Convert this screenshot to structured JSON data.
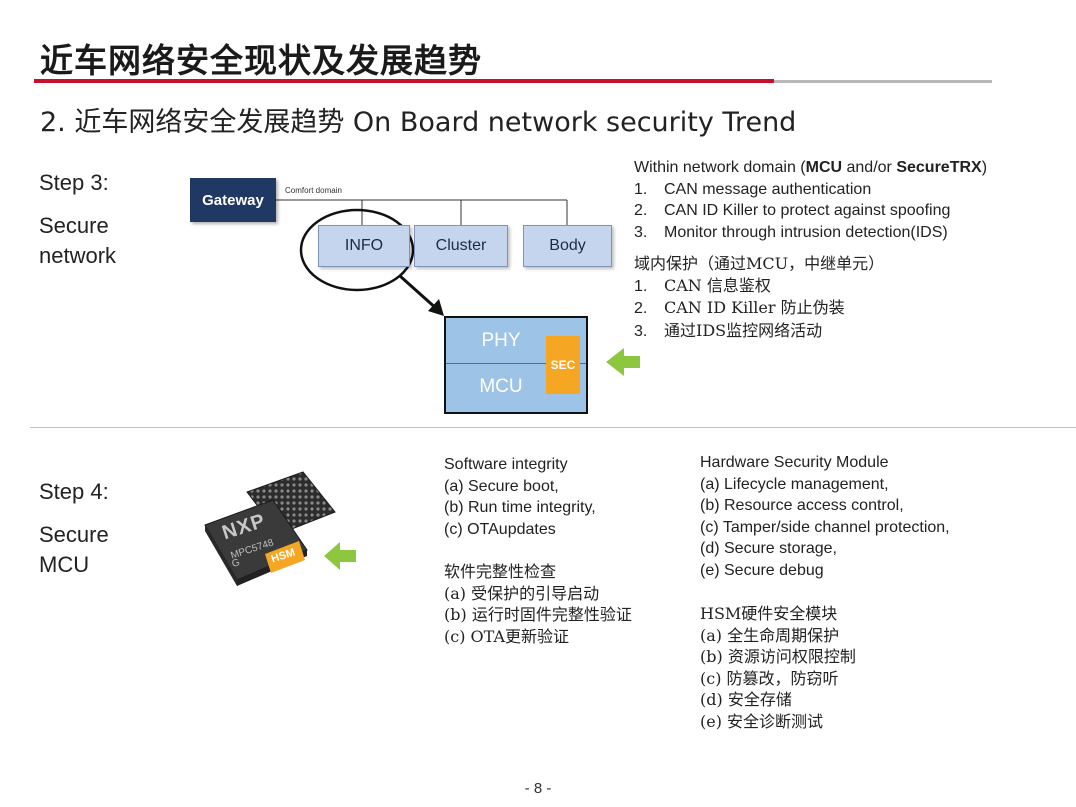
{
  "header": {
    "title": "近车网络安全现状及发展趋势",
    "subtitle": "2. 近车网络安全发展趋势 On Board network security Trend"
  },
  "step3": {
    "label": "Step 3:",
    "name_line1": "Secure",
    "name_line2": "network",
    "diagram": {
      "gateway": "Gateway",
      "bus_label": "Comfort domain",
      "nodes": [
        "INFO",
        "Cluster",
        "Body"
      ],
      "phy": "PHY",
      "mcu": "MCU",
      "sec": "SEC"
    },
    "en_heading": {
      "pre": "Within network domain (",
      "b1": "MCU",
      "mid": " and/or ",
      "b2": "SecureTRX",
      "post": ")"
    },
    "en_items": [
      {
        "num": "1.",
        "text": "CAN message authentication"
      },
      {
        "num": "2.",
        "text": "CAN ID Killer to protect against spoofing"
      },
      {
        "num": "3.",
        "text": "Monitor through intrusion detection(IDS)"
      }
    ],
    "cn_heading": "域内保护（通过MCU，中继单元）",
    "cn_items": [
      {
        "num": "1.",
        "text": "CAN 信息鉴权"
      },
      {
        "num": "2.",
        "text": "CAN ID Killer 防止伪装"
      },
      {
        "num": "3.",
        "text": "通过IDS监控网络活动"
      }
    ]
  },
  "step4": {
    "label": "Step 4:",
    "name_line1": "Secure",
    "name_line2": "MCU",
    "chip": {
      "brand": "NXP",
      "part": "MPC5748",
      "suffix": "G",
      "hsm": "HSM"
    },
    "software": {
      "heading": "Software integrity",
      "items": [
        "(a) Secure boot,",
        "(b) Run time integrity,",
        "(c) OTAupdates"
      ],
      "cn_heading": "软件完整性检查",
      "cn_items": [
        "(a) 受保护的引导启动",
        "(b) 运行时固件完整性验证",
        "(c) OTA更新验证"
      ]
    },
    "hardware": {
      "heading": "Hardware Security Module",
      "items": [
        "(a) Lifecycle management,",
        "(b) Resource access control,",
        "(c) Tamper/side channel protection,",
        "(d) Secure storage,",
        "(e) Secure debug"
      ],
      "cn_heading": "HSM硬件安全模块",
      "cn_items": [
        "(a) 全生命周期保护",
        "(b) 资源访问权限控制",
        "(c) 防篡改，防窃听",
        "(d) 安全存储",
        "(e) 安全诊断测试"
      ]
    }
  },
  "footer": {
    "page": "- 8 -"
  },
  "colors": {
    "accent_red": "#c8102e",
    "arrow_green": "#8dc63f",
    "gateway_navy": "#1f3864",
    "sec_orange": "#f5a623"
  }
}
